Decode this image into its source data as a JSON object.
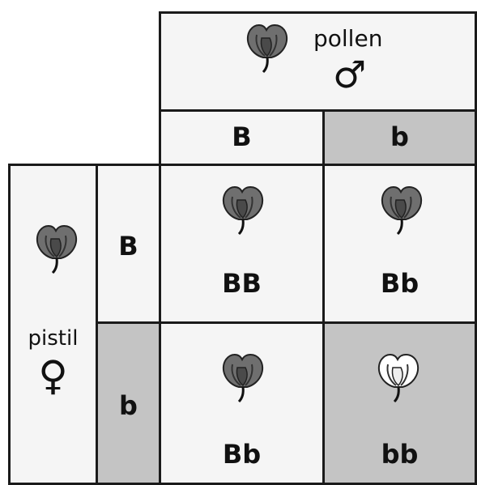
{
  "pollen": {
    "label": "pollen",
    "symbol": "♂"
  },
  "pistil": {
    "label": "pistil",
    "symbol": "♀"
  },
  "pollen_alleles": [
    "B",
    "b"
  ],
  "pistil_alleles": [
    "B",
    "b"
  ],
  "offspring": [
    {
      "genotype": "BB",
      "flower": "purple"
    },
    {
      "genotype": "Bb",
      "flower": "purple"
    },
    {
      "genotype": "Bb",
      "flower": "purple"
    },
    {
      "genotype": "bb",
      "flower": "white"
    }
  ],
  "colors": {
    "purple_petal": "#6f6f6f",
    "purple_petal_dark": "#4a4a4a",
    "white_petal": "#ffffff",
    "shaded_cell": "#c4c4c4"
  }
}
